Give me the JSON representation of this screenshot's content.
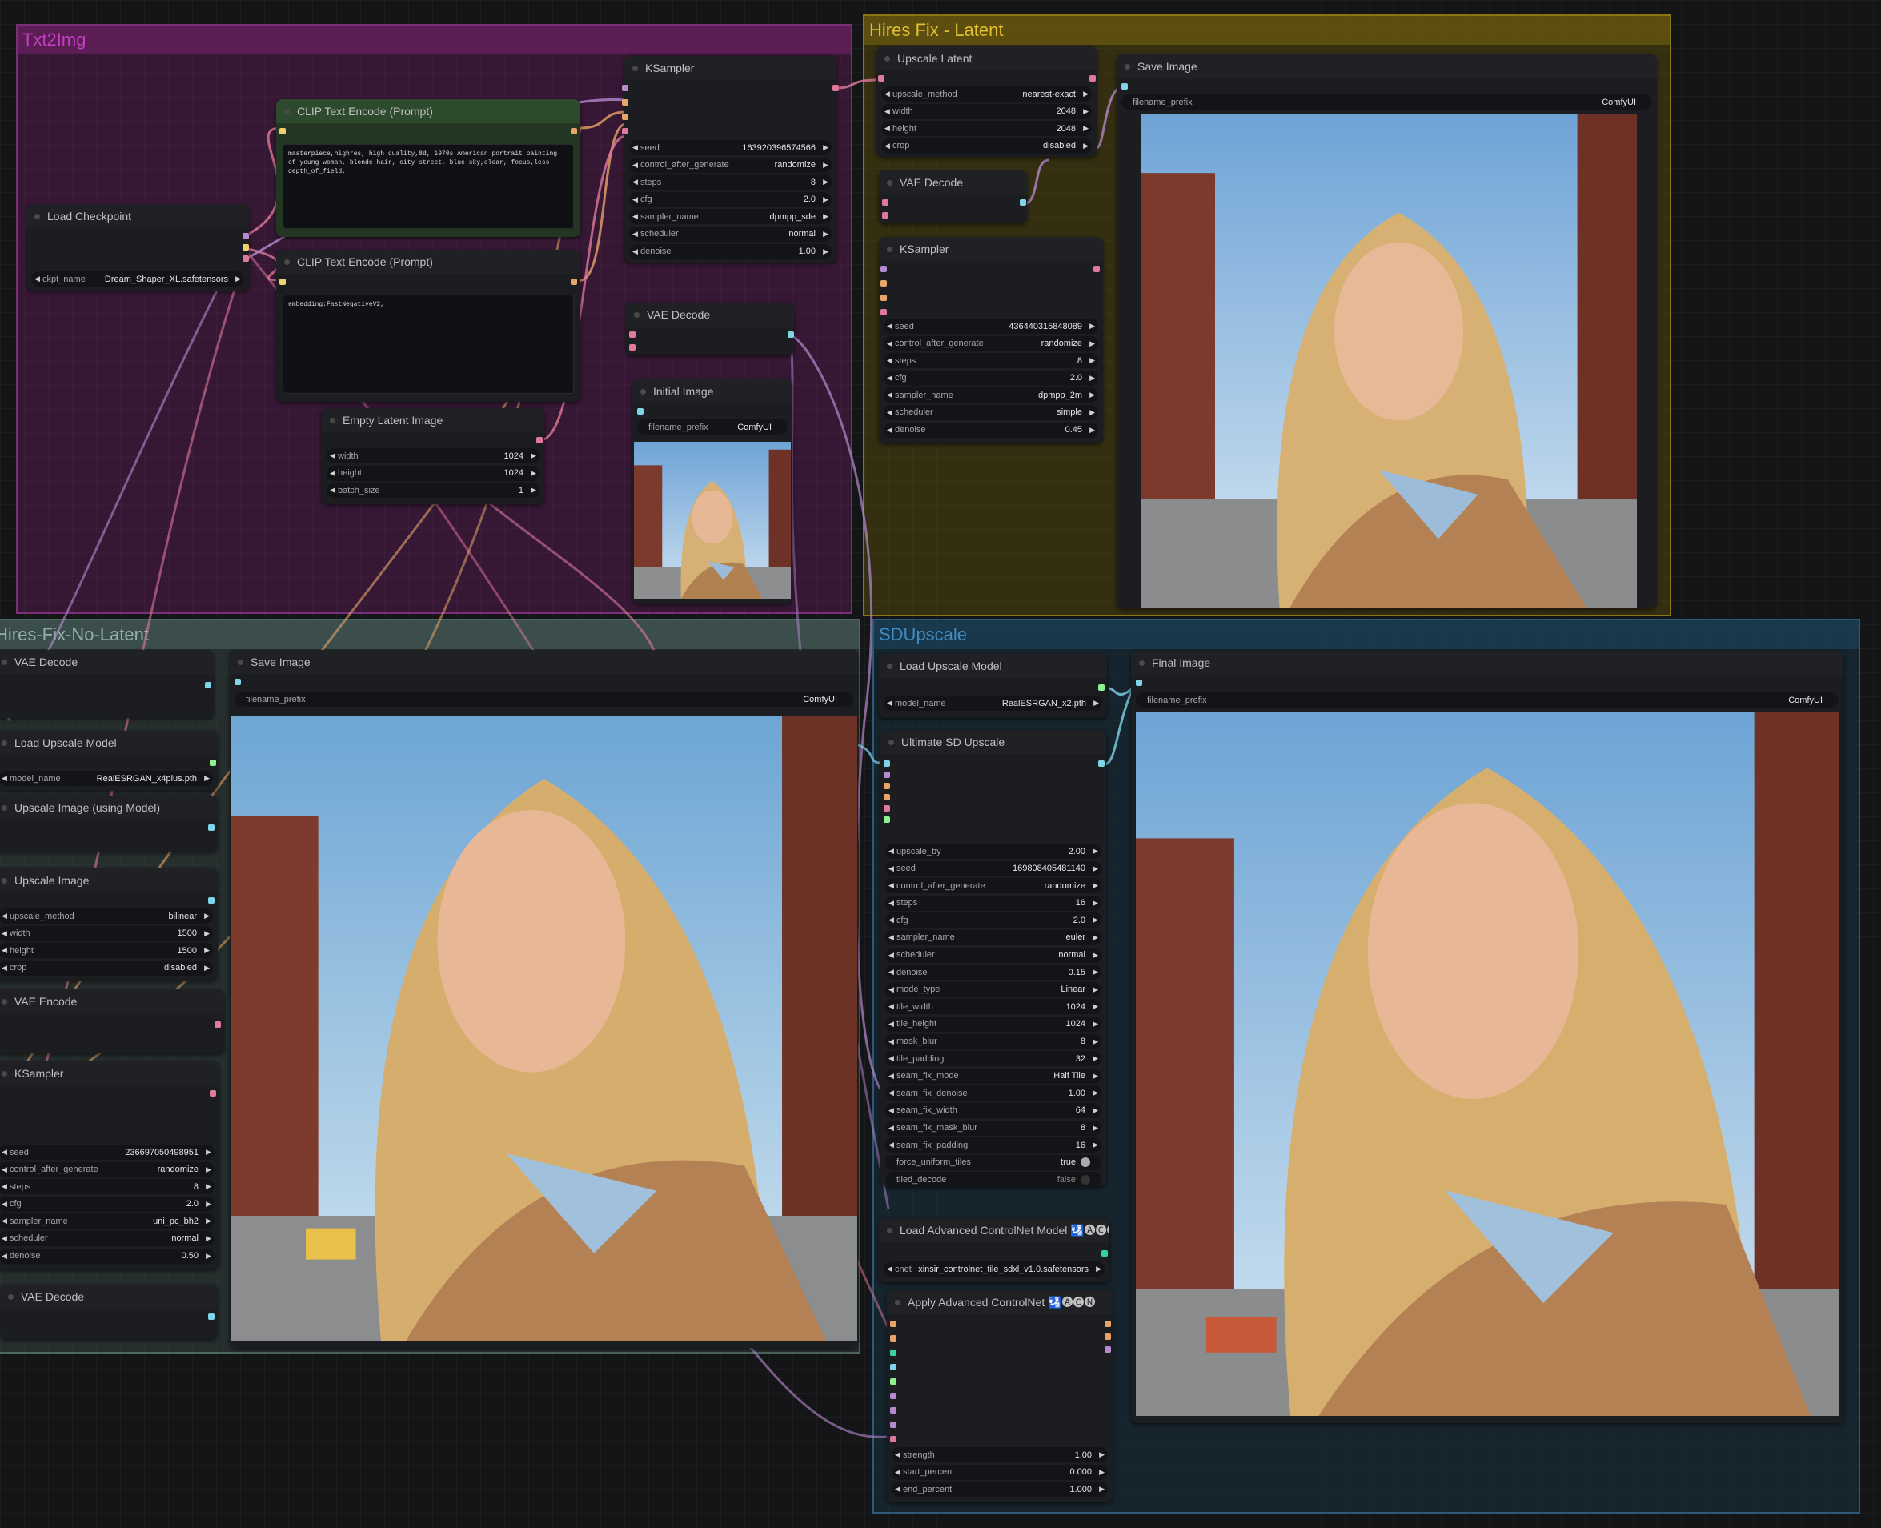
{
  "groups": {
    "txt2img": "Txt2Img",
    "hires_latent": "Hires Fix - Latent",
    "hires_no_latent": "Hires-Fix-No-Latent",
    "sdupscale": "SDUpscale"
  },
  "colors": {
    "txt2img_group": "#6e1e69",
    "hires_latent_group": "#695a0a",
    "hires_no_latent_group": "#3c504b",
    "sdupscale_group": "#19374b",
    "node_bg": "#1b1d20",
    "clip_node_bg": "#233622"
  },
  "nodes": {
    "load_checkpoint": {
      "title": "Load Checkpoint",
      "widgets": [
        {
          "label": "ckpt_name",
          "value": "Dream_Shaper_XL.safetensors"
        }
      ]
    },
    "clip_positive": {
      "title": "CLIP Text Encode (Prompt)",
      "text": "masterpiece,highres, high quality,8d, 1970s American portrait painting of young woman, blonde hair, city street, blue sky,clear, focus,less depth_of_field,"
    },
    "clip_negative": {
      "title": "CLIP Text Encode (Prompt)",
      "text": "embedding:FastNegativeV2,"
    },
    "empty_latent": {
      "title": "Empty Latent Image",
      "widgets": [
        {
          "label": "width",
          "value": "1024"
        },
        {
          "label": "height",
          "value": "1024"
        },
        {
          "label": "batch_size",
          "value": "1"
        }
      ]
    },
    "ksampler_1": {
      "title": "KSampler",
      "widgets": [
        {
          "label": "seed",
          "value": "163920396574566"
        },
        {
          "label": "control_after_generate",
          "value": "randomize"
        },
        {
          "label": "steps",
          "value": "8"
        },
        {
          "label": "cfg",
          "value": "2.0"
        },
        {
          "label": "sampler_name",
          "value": "dpmpp_sde"
        },
        {
          "label": "scheduler",
          "value": "normal"
        },
        {
          "label": "denoise",
          "value": "1.00"
        }
      ]
    },
    "vae_decode_1": {
      "title": "VAE Decode"
    },
    "initial_image": {
      "title": "Initial Image",
      "widgets": [
        {
          "label": "filename_prefix",
          "value": "ComfyUI"
        }
      ]
    },
    "upscale_latent": {
      "title": "Upscale Latent",
      "widgets": [
        {
          "label": "upscale_method",
          "value": "nearest-exact"
        },
        {
          "label": "width",
          "value": "2048"
        },
        {
          "label": "height",
          "value": "2048"
        },
        {
          "label": "crop",
          "value": "disabled"
        }
      ]
    },
    "vae_decode_2": {
      "title": "VAE Decode"
    },
    "ksampler_2": {
      "title": "KSampler",
      "widgets": [
        {
          "label": "seed",
          "value": "436440315848089"
        },
        {
          "label": "control_after_generate",
          "value": "randomize"
        },
        {
          "label": "steps",
          "value": "8"
        },
        {
          "label": "cfg",
          "value": "2.0"
        },
        {
          "label": "sampler_name",
          "value": "dpmpp_2m"
        },
        {
          "label": "scheduler",
          "value": "simple"
        },
        {
          "label": "denoise",
          "value": "0.45"
        }
      ]
    },
    "save_image_1": {
      "title": "Save Image",
      "widgets": [
        {
          "label": "filename_prefix",
          "value": "ComfyUI"
        }
      ]
    },
    "vae_decode_3": {
      "title": "VAE Decode"
    },
    "load_upscale_model_1": {
      "title": "Load Upscale Model",
      "widgets": [
        {
          "label": "model_name",
          "value": "RealESRGAN_x4plus.pth"
        }
      ]
    },
    "upscale_image_model": {
      "title": "Upscale Image (using Model)"
    },
    "upscale_image": {
      "title": "Upscale Image",
      "widgets": [
        {
          "label": "upscale_method",
          "value": "bilinear"
        },
        {
          "label": "width",
          "value": "1500"
        },
        {
          "label": "height",
          "value": "1500"
        },
        {
          "label": "crop",
          "value": "disabled"
        }
      ]
    },
    "vae_encode": {
      "title": "VAE Encode"
    },
    "ksampler_3": {
      "title": "KSampler",
      "widgets": [
        {
          "label": "seed",
          "value": "236697050498951"
        },
        {
          "label": "control_after_generate",
          "value": "randomize"
        },
        {
          "label": "steps",
          "value": "8"
        },
        {
          "label": "cfg",
          "value": "2.0"
        },
        {
          "label": "sampler_name",
          "value": "uni_pc_bh2"
        },
        {
          "label": "scheduler",
          "value": "normal"
        },
        {
          "label": "denoise",
          "value": "0.50"
        }
      ]
    },
    "vae_decode_4": {
      "title": "VAE Decode"
    },
    "save_image_2": {
      "title": "Save Image",
      "widgets": [
        {
          "label": "filename_prefix",
          "value": "ComfyUI"
        }
      ]
    },
    "load_upscale_model_2": {
      "title": "Load Upscale Model",
      "widgets": [
        {
          "label": "model_name",
          "value": "RealESRGAN_x2.pth"
        }
      ]
    },
    "ultimate_sd_upscale": {
      "title": "Ultimate SD Upscale",
      "widgets": [
        {
          "label": "upscale_by",
          "value": "2.00"
        },
        {
          "label": "seed",
          "value": "169808405481140"
        },
        {
          "label": "control_after_generate",
          "value": "randomize"
        },
        {
          "label": "steps",
          "value": "16"
        },
        {
          "label": "cfg",
          "value": "2.0"
        },
        {
          "label": "sampler_name",
          "value": "euler"
        },
        {
          "label": "scheduler",
          "value": "normal"
        },
        {
          "label": "denoise",
          "value": "0.15"
        },
        {
          "label": "mode_type",
          "value": "Linear"
        },
        {
          "label": "tile_width",
          "value": "1024"
        },
        {
          "label": "tile_height",
          "value": "1024"
        },
        {
          "label": "mask_blur",
          "value": "8"
        },
        {
          "label": "tile_padding",
          "value": "32"
        },
        {
          "label": "seam_fix_mode",
          "value": "Half Tile"
        },
        {
          "label": "seam_fix_denoise",
          "value": "1.00"
        },
        {
          "label": "seam_fix_width",
          "value": "64"
        },
        {
          "label": "seam_fix_mask_blur",
          "value": "8"
        },
        {
          "label": "seam_fix_padding",
          "value": "16"
        }
      ],
      "toggles": [
        {
          "label": "force_uniform_tiles",
          "value": "true"
        },
        {
          "label": "tiled_decode",
          "value": "false"
        }
      ]
    },
    "load_adv_controlnet": {
      "title": "Load Advanced ControlNet Model 🛂🅐🅒🅝",
      "widgets": [
        {
          "label": "cnet",
          "value": "xinsir_controlnet_tile_sdxl_v1.0.safetensors"
        }
      ]
    },
    "apply_adv_controlnet": {
      "title": "Apply Advanced ControlNet 🛂🅐🅒🅝",
      "widgets": [
        {
          "label": "strength",
          "value": "1.00"
        },
        {
          "label": "start_percent",
          "value": "0.000"
        },
        {
          "label": "end_percent",
          "value": "1.000"
        }
      ]
    },
    "final_image": {
      "title": "Final Image",
      "widgets": [
        {
          "label": "filename_prefix",
          "value": "ComfyUI"
        }
      ]
    }
  }
}
